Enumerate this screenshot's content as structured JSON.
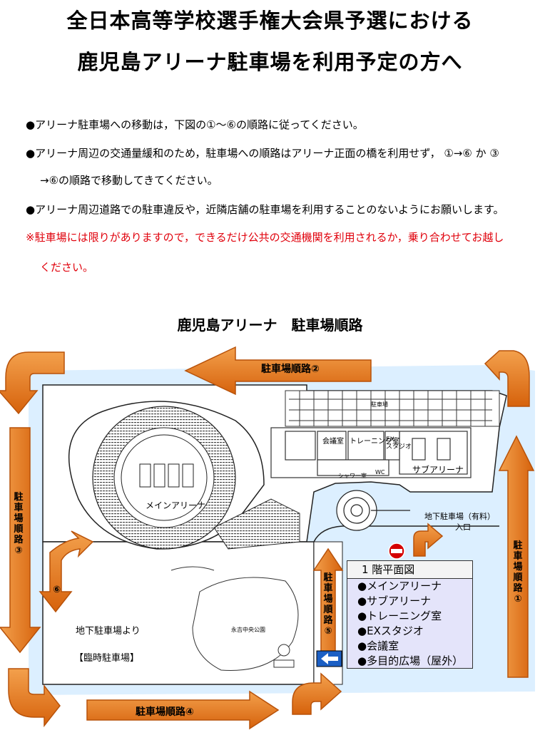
{
  "header": {
    "title_line1": "全日本高等学校選手権大会県予選における",
    "title_line2": "鹿児島アリーナ駐車場を利用予定の方へ"
  },
  "notices": {
    "b1": "●アリーナ駐車場への移動は，下図の①～⑥の順路に従ってください。",
    "b2a": "●アリーナ周辺の交通量緩和のため，駐車場への順路はアリーナ正面の橋を利用せず，  ①→⑥  か  ③",
    "b2b": "→⑥の順路で移動してきてください。",
    "b3": "●アリーナ周辺道路での駐車違反や，近隣店舗の駐車場を利用することのないようにお願いします。",
    "warn1": "※駐車場には限りがありますので，できるだけ公共の交通機関を利用されるか，乗り合わせてお越し",
    "warn2": "ください。"
  },
  "map": {
    "title": "鹿児島アリーナ　駐車場順路",
    "route1": "駐車場順路①",
    "route2": "駐車場順路②",
    "route3": "駐車場順路③",
    "route4": "駐車場順路④",
    "route5": "駐車場順路⑤",
    "route6": "⑥",
    "main_arena": "メインアリーナ",
    "sub_arena": "サブアリーナ",
    "training_room": "トレーニング室",
    "meeting_room": "会議室",
    "ex_studio": "EX\nスタジオ",
    "shower": "シャワー室",
    "wc": "WC",
    "parking_label": "駐車場",
    "underground_entrance_1": "地下駐車場（有料）",
    "underground_entrance_2": "入口",
    "from_underground": "地下駐車場より",
    "temporary_parking": "【臨時駐車場】",
    "park_name": "永吉中央公園",
    "colors": {
      "arrow": "#e8761a",
      "arrow_dark": "#b8520a",
      "sky": "#def0fb",
      "no_entry": "#d40000",
      "sign_blue": "#1b5fc4"
    }
  },
  "legend": {
    "header": "1 階平面図",
    "items": [
      "●メインアリーナ",
      "●サブアリーナ",
      "●トレーニング室",
      "●EXスタジオ",
      "●会議室",
      "●多目的広場（屋外）"
    ]
  }
}
